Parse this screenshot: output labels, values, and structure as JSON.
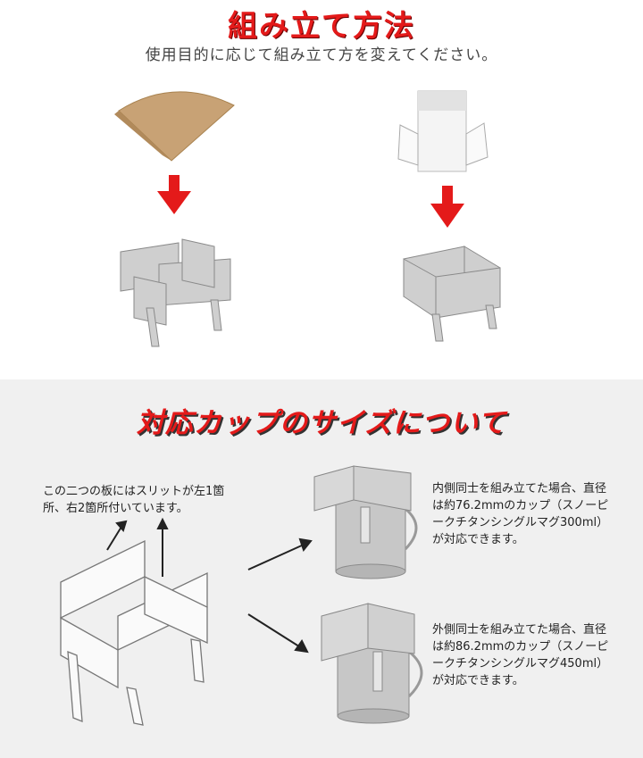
{
  "section1": {
    "title": "組み立て方法",
    "subtitle": "使用目的に応じて組み立て方を変えてください。"
  },
  "section2": {
    "title": "対応カップのサイズについて",
    "note_left": "この二つの板にはスリットが左1箇所、右2箇所付いています。",
    "note_inner": "内側同士を組み立てた場合、直径は約76.2mmのカップ（スノーピークチタンシングルマグ300ml）が対応できます。",
    "note_outer": "外側同士を組み立てた場合、直径は約86.2mmのカップ（スノーピークチタンシングルマグ450ml）が対応できます。"
  },
  "colors": {
    "accent_red": "#e41a1a",
    "bottom_bg": "#f0f0f0",
    "metal": "#c8c8c8",
    "filter_paper": "#c8a275"
  },
  "icons": [
    "down-arrow-icon",
    "pointer-arrow-icon"
  ]
}
